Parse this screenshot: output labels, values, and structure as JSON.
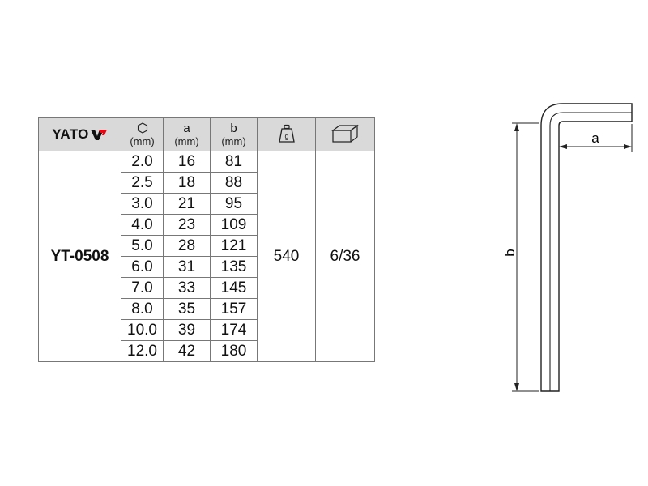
{
  "brand": {
    "name": "YATO"
  },
  "headers": {
    "size_unit": "(mm)",
    "a_symbol": "a",
    "a_unit": "(mm)",
    "b_symbol": "b",
    "b_unit": "(mm)",
    "weight_icon_label": "g",
    "size_icon": "hexagon-icon",
    "weight_icon": "weight-icon",
    "package_icon": "box-icon"
  },
  "product": {
    "model": "YT-0508",
    "weight": "540",
    "packaging": "6/36"
  },
  "rows": [
    {
      "size": "2.0",
      "a": "16",
      "b": "81"
    },
    {
      "size": "2.5",
      "a": "18",
      "b": "88"
    },
    {
      "size": "3.0",
      "a": "21",
      "b": "95"
    },
    {
      "size": "4.0",
      "a": "23",
      "b": "109"
    },
    {
      "size": "5.0",
      "a": "28",
      "b": "121"
    },
    {
      "size": "6.0",
      "a": "31",
      "b": "135"
    },
    {
      "size": "7.0",
      "a": "33",
      "b": "145"
    },
    {
      "size": "8.0",
      "a": "35",
      "b": "157"
    },
    {
      "size": "10.0",
      "a": "39",
      "b": "174"
    },
    {
      "size": "12.0",
      "a": "42",
      "b": "180"
    }
  ],
  "diagram": {
    "label_a": "a",
    "label_b": "b"
  },
  "colors": {
    "header_bg": "#d9d9d9",
    "logo_red": "#e30613",
    "border": "#777777"
  }
}
